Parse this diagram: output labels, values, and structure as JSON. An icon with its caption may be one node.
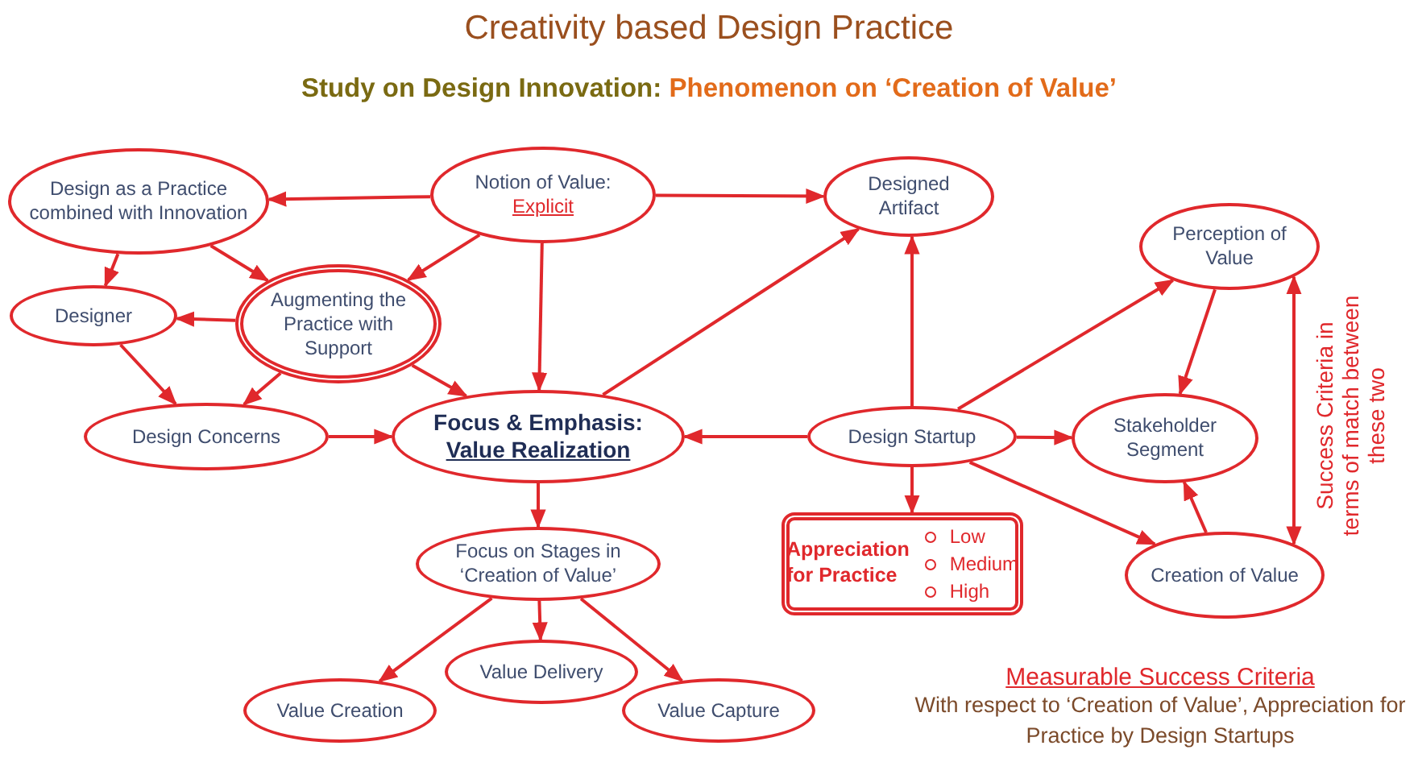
{
  "diagram": {
    "title": "Creativity based Design Practice",
    "nodes": [
      {
        "text": [
          "Design as a Practice combined with Innovation"
        ]
      },
      {
        "text": [
          "Notion of Value:",
          "Explicit"
        ]
      },
      {
        "text": [
          "Designed Artifact"
        ]
      },
      {
        "text": [
          "Perception of Value"
        ]
      },
      {
        "text": [
          "Designer"
        ]
      },
      {
        "text": [
          "Augmenting the Practice with Support"
        ]
      },
      {
        "text": [
          "Design Concerns"
        ]
      },
      {
        "text": [
          "Focus & Emphasis:",
          "Value Realization"
        ]
      },
      {
        "text": [
          "Design Startup"
        ]
      },
      {
        "text": [
          "Stakeholder Segment"
        ]
      },
      {
        "text": [
          "Appreciation for Practice",
          "Low",
          "Medium",
          "High"
        ]
      },
      {
        "text": [
          "Creation of Value"
        ]
      },
      {
        "text": [
          "Focus on Stages in ‘Creation of Value’"
        ]
      },
      {
        "text": [
          "Value Creation"
        ]
      },
      {
        "text": [
          "Value Delivery"
        ]
      },
      {
        "text": [
          "Value Capture"
        ]
      }
    ],
    "edges": [
      {
        "from": 1,
        "to": 0,
        "arrow": "to"
      },
      {
        "from": 1,
        "to": 2,
        "arrow": "to"
      },
      {
        "from": 1,
        "to": 5,
        "arrow": "to"
      },
      {
        "from": 1,
        "to": 7,
        "arrow": "to"
      },
      {
        "from": 0,
        "to": 4,
        "arrow": "to"
      },
      {
        "from": 0,
        "to": 5,
        "arrow": "to"
      },
      {
        "from": 5,
        "to": 4,
        "arrow": "to"
      },
      {
        "from": 5,
        "to": 6,
        "arrow": "to"
      },
      {
        "from": 5,
        "to": 7,
        "arrow": "to"
      },
      {
        "from": 4,
        "to": 6,
        "arrow": "to"
      },
      {
        "from": 6,
        "to": 7,
        "arrow": "to"
      },
      {
        "from": 7,
        "to": 2,
        "arrow": "to"
      },
      {
        "from": 8,
        "to": 7,
        "arrow": "to"
      },
      {
        "from": 8,
        "to": 2,
        "arrow": "to"
      },
      {
        "from": 8,
        "to": 3,
        "arrow": "to"
      },
      {
        "from": 8,
        "to": 9,
        "arrow": "to"
      },
      {
        "from": 8,
        "to": 11,
        "arrow": "to"
      },
      {
        "from": 8,
        "to": 10,
        "arrow": "to"
      },
      {
        "from": 3,
        "to": 9,
        "arrow": "to"
      },
      {
        "from": 11,
        "to": 9,
        "arrow": "to"
      },
      {
        "from": 11,
        "to": 3,
        "arrow": "both",
        "label": "Success Criteria in terms of match between these two"
      },
      {
        "from": 7,
        "to": 12,
        "arrow": "to"
      },
      {
        "from": 12,
        "to": 13,
        "arrow": "to"
      },
      {
        "from": 12,
        "to": 14,
        "arrow": "to"
      },
      {
        "from": 12,
        "to": 15,
        "arrow": "to"
      }
    ],
    "labels": [
      "Study on Design Innovation:",
      "Phenomenon on ‘Creation of Value’",
      "Measurable Success Criteria",
      "With respect to ‘Creation of Value’, Appreciation for Practice by Design Startups"
    ]
  }
}
